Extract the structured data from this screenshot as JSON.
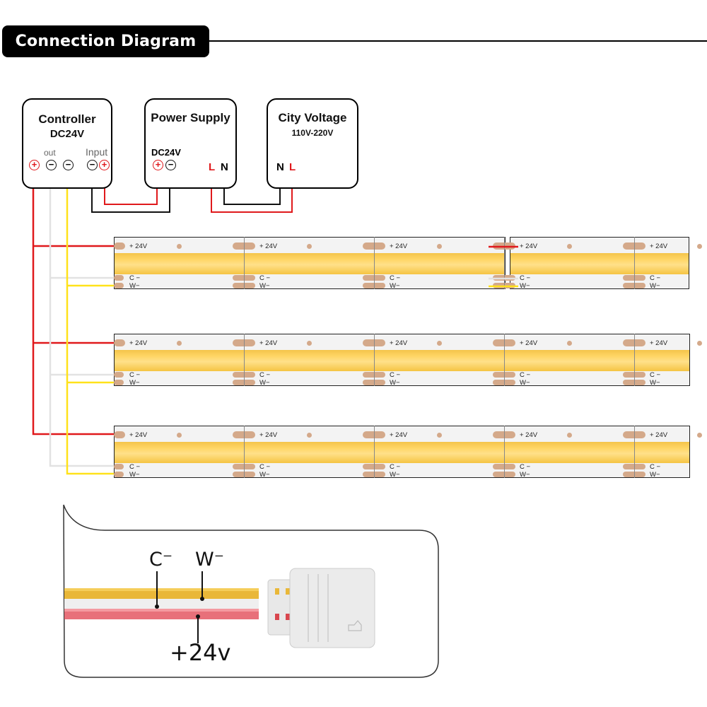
{
  "header": {
    "title": "Connection Diagram"
  },
  "controller": {
    "title": "Controller",
    "voltage": "DC24V",
    "out_label": "out",
    "input_label": "Input",
    "terminals": {
      "out": [
        "+",
        "−",
        "−"
      ],
      "input": [
        "−",
        "+"
      ]
    }
  },
  "power_supply": {
    "title": "Power Supply",
    "voltage": "DC24V",
    "terminals_dc": [
      "+",
      "−"
    ],
    "terminal_l": "L",
    "terminal_n": "N"
  },
  "city_voltage": {
    "title": "City Voltage",
    "range": "110V-220V",
    "terminal_n": "N",
    "terminal_l": "L"
  },
  "strip_labels": {
    "plus": "+ 24V",
    "c": "C −",
    "w": "W−"
  },
  "strips": [
    {
      "name": "strip-1",
      "segments": 5,
      "split": true
    },
    {
      "name": "strip-2",
      "segments": 5,
      "split": false
    },
    {
      "name": "strip-3",
      "segments": 5,
      "split": false
    }
  ],
  "wire_colors": {
    "plus": "#e0191c",
    "c": "#e2e2e2",
    "w": "#ffe21a",
    "mains": "#111111"
  },
  "inset": {
    "label_c": "C⁻",
    "label_w": "W⁻",
    "label_plus": "+24v"
  }
}
